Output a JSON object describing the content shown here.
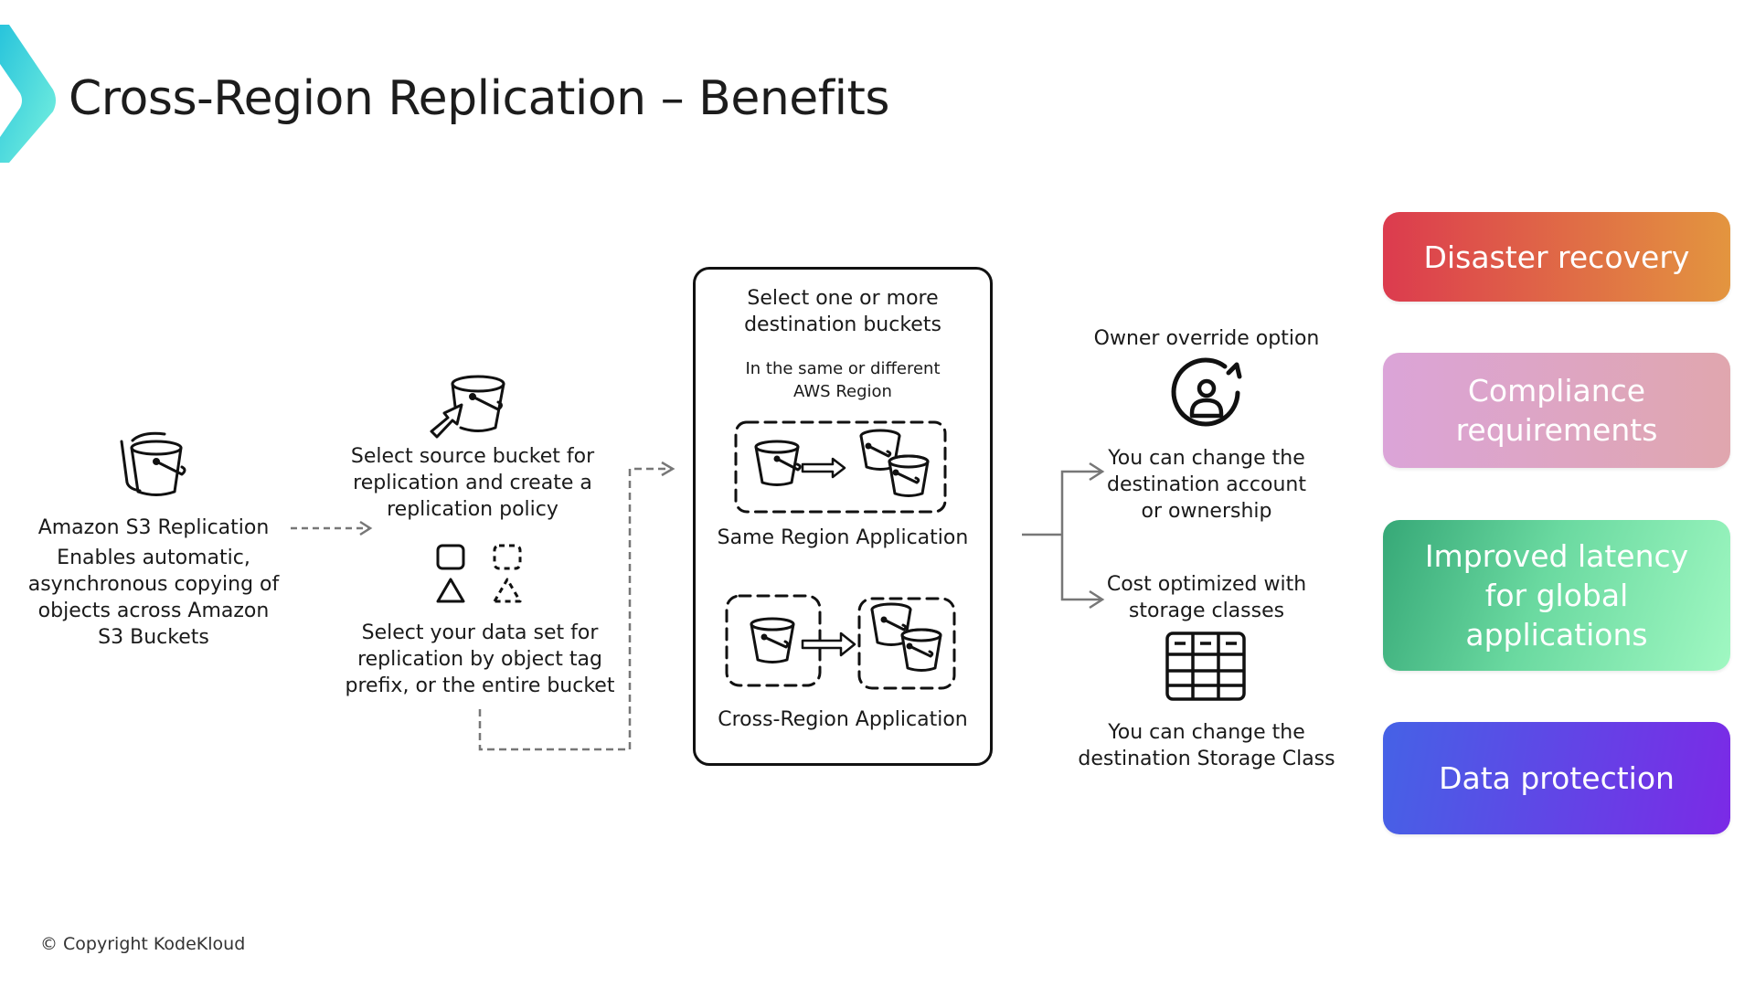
{
  "slide": {
    "title": "Cross-Region Replication – Benefits",
    "copyright": "© Copyright KodeKloud",
    "logo_icon": "chevron-logo-icon"
  },
  "flow": {
    "s3_replication": {
      "icon": "s3-buckets-icon",
      "heading": "Amazon S3 Replication",
      "lines": [
        "Enables automatic,",
        "asynchronous copying of",
        "objects across Amazon",
        "S3 Buckets"
      ]
    },
    "source_bucket": {
      "icon": "bucket-select-icon",
      "lines": [
        "Select source bucket for",
        "replication and create a",
        "replication policy"
      ]
    },
    "data_set": {
      "icon": "shapes-icon",
      "lines": [
        "Select your data set for",
        "replication by object tag",
        "prefix, or the entire bucket"
      ]
    },
    "destination": {
      "heading_lines": [
        "Select one or more",
        "destination buckets"
      ],
      "sub_lines": [
        "In the same or different",
        "AWS Region"
      ],
      "same_region_label": "Same Region Application",
      "cross_region_label": "Cross-Region Application"
    },
    "owner_override": {
      "heading": "Owner override option",
      "icon": "owner-change-icon",
      "lines": [
        "You can change the",
        "destination account",
        "or ownership"
      ]
    },
    "storage_class": {
      "heading_lines": [
        "Cost optimized with",
        "storage classes"
      ],
      "icon": "table-icon",
      "lines": [
        "You can change the",
        "destination Storage Class"
      ]
    }
  },
  "benefits": [
    {
      "lines": [
        "Disaster recovery"
      ],
      "color_start": "#dc3b4e",
      "color_end": "#e3953f"
    },
    {
      "lines": [
        "Compliance",
        "requirements"
      ],
      "color_start": "#dba4d6",
      "color_end": "#e0a6b0"
    },
    {
      "lines": [
        "Improved latency",
        "for global",
        "applications"
      ],
      "color_start": "#36a877",
      "color_end": "#9ff7c0"
    },
    {
      "lines": [
        "Data protection"
      ],
      "color_start": "#4660e6",
      "color_end": "#7b2ae6"
    }
  ],
  "colors": {
    "logo_start": "#2ec9dd",
    "logo_end": "#6feedd",
    "connector": "#777777",
    "text": "#1a1a1a"
  }
}
